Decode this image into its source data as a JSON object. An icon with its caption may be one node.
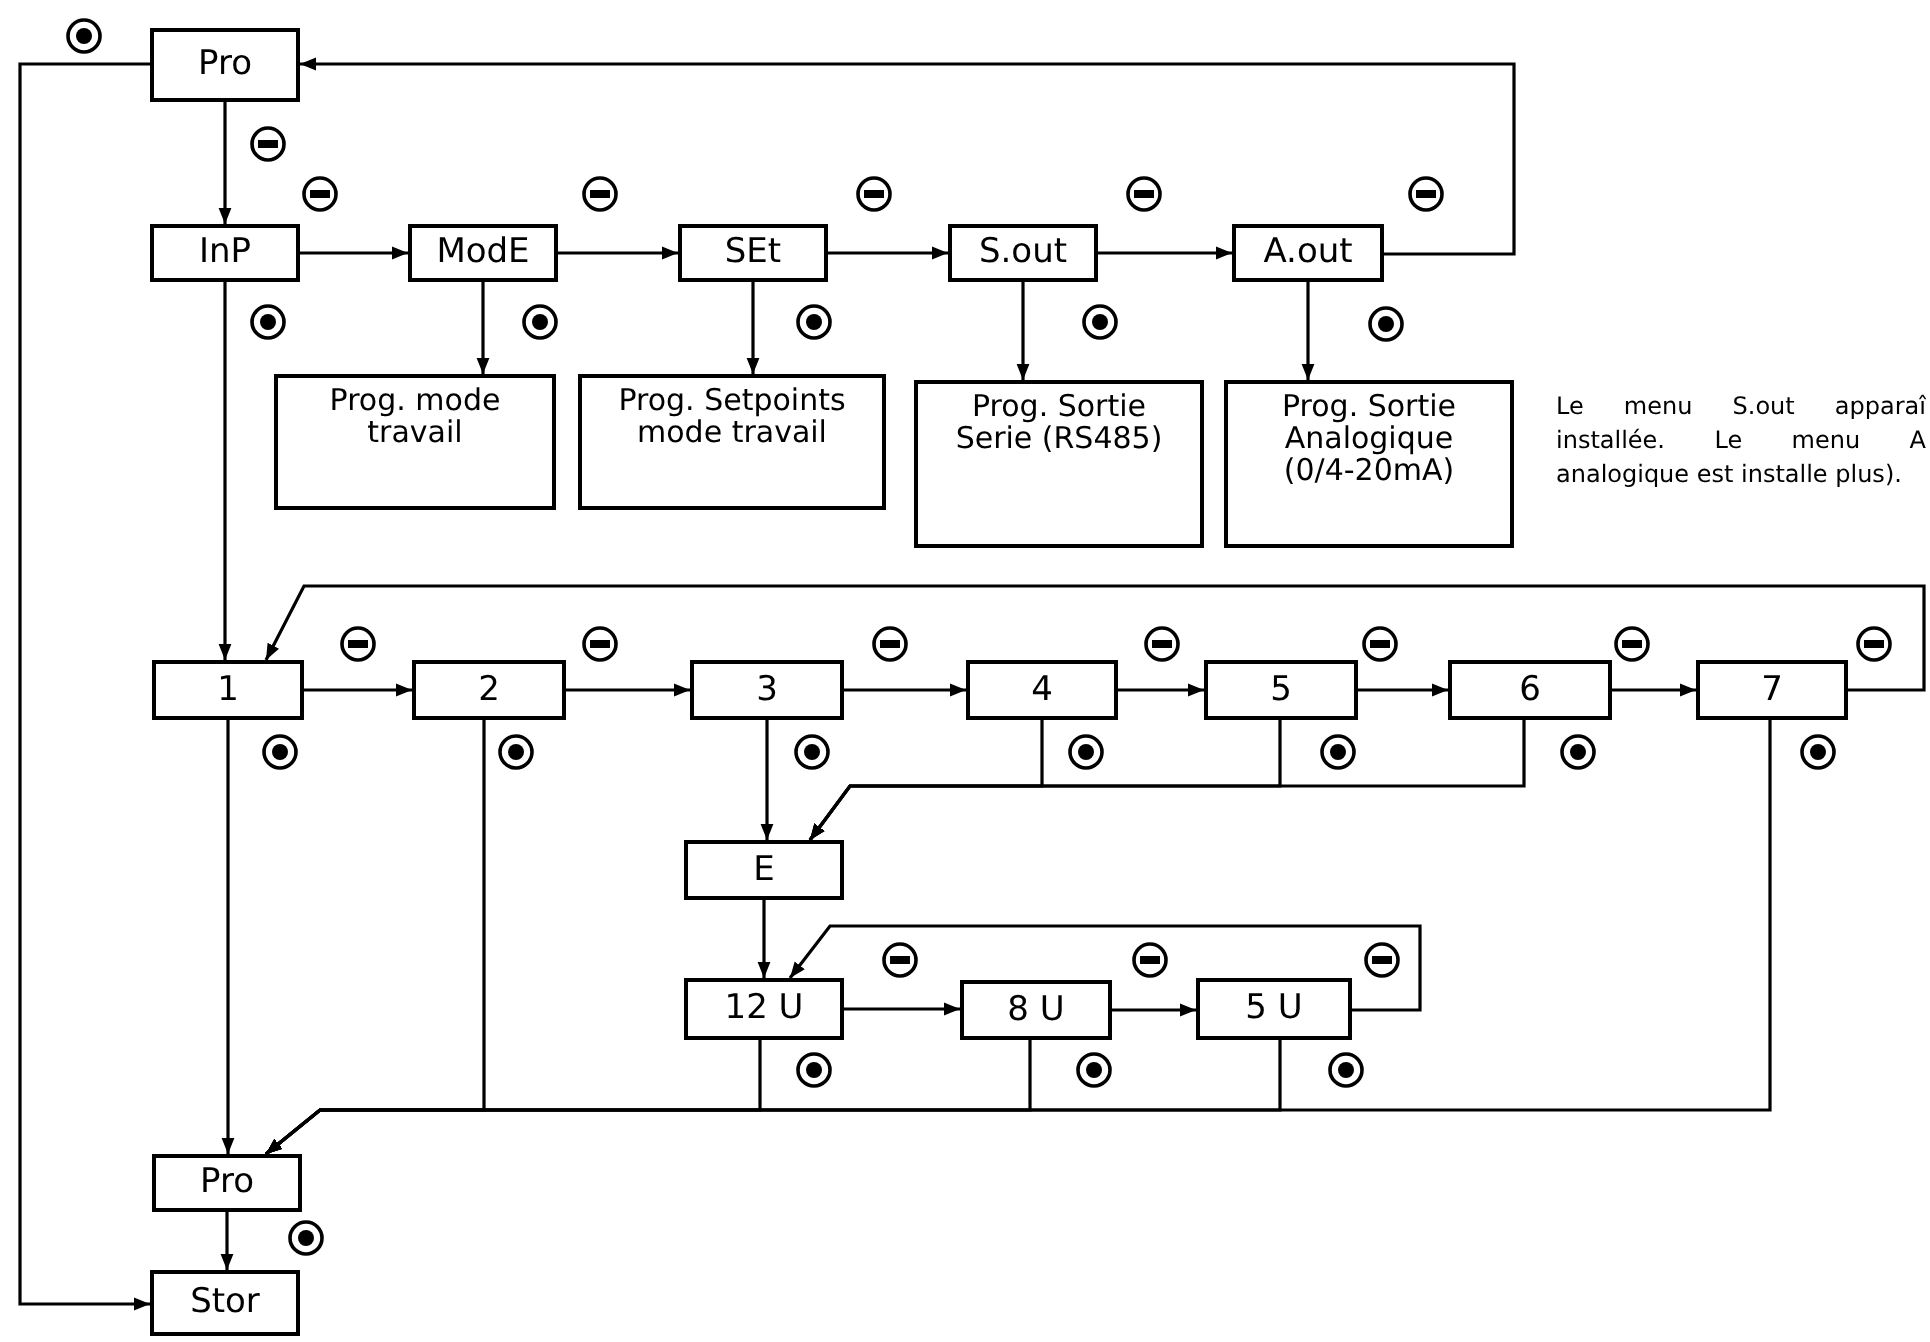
{
  "diagram": {
    "nodes": [
      {
        "text": [
          "Pro"
        ]
      },
      {
        "text": [
          "InP"
        ]
      },
      {
        "text": [
          "ModE"
        ]
      },
      {
        "text": [
          "SEt"
        ]
      },
      {
        "text": [
          "S.out"
        ]
      },
      {
        "text": [
          "A.out"
        ]
      },
      {
        "text": [
          "Prog. mode travail"
        ]
      },
      {
        "text": [
          "Prog. Setpoints mode travail"
        ]
      },
      {
        "text": [
          "Prog. Sortie Serie (RS485)"
        ]
      },
      {
        "text": [
          "Prog. Sortie Analogique (0/4-20mA)"
        ]
      },
      {
        "text": [
          "1"
        ]
      },
      {
        "text": [
          "2"
        ]
      },
      {
        "text": [
          "3"
        ]
      },
      {
        "text": [
          "4"
        ]
      },
      {
        "text": [
          "5"
        ]
      },
      {
        "text": [
          "6"
        ]
      },
      {
        "text": [
          "7"
        ]
      },
      {
        "text": [
          "E"
        ]
      },
      {
        "text": [
          "12 U"
        ]
      },
      {
        "text": [
          "8 U"
        ]
      },
      {
        "text": [
          "5 U"
        ]
      },
      {
        "text": [
          "Pro"
        ]
      },
      {
        "text": [
          "Stor"
        ]
      }
    ],
    "edges": [
      {
        "from": 0,
        "to": 1,
        "arrow": "to"
      },
      {
        "from": 1,
        "to": 2,
        "arrow": "to"
      },
      {
        "from": 2,
        "to": 3,
        "arrow": "to"
      },
      {
        "from": 3,
        "to": 4,
        "arrow": "to"
      },
      {
        "from": 4,
        "to": 5,
        "arrow": "to"
      },
      {
        "from": 5,
        "to": 0,
        "arrow": "to"
      },
      {
        "from": 2,
        "to": 6,
        "arrow": "to"
      },
      {
        "from": 3,
        "to": 7,
        "arrow": "to"
      },
      {
        "from": 4,
        "to": 8,
        "arrow": "to"
      },
      {
        "from": 5,
        "to": 9,
        "arrow": "to"
      },
      {
        "from": 1,
        "to": 10,
        "arrow": "to"
      },
      {
        "from": 10,
        "to": 11,
        "arrow": "to"
      },
      {
        "from": 11,
        "to": 12,
        "arrow": "to"
      },
      {
        "from": 12,
        "to": 13,
        "arrow": "to"
      },
      {
        "from": 13,
        "to": 14,
        "arrow": "to"
      },
      {
        "from": 14,
        "to": 15,
        "arrow": "to"
      },
      {
        "from": 15,
        "to": 16,
        "arrow": "to"
      },
      {
        "from": 16,
        "to": 10,
        "arrow": "to"
      },
      {
        "from": 12,
        "to": 17,
        "arrow": "to"
      },
      {
        "from": 13,
        "to": 17,
        "arrow": "to"
      },
      {
        "from": 14,
        "to": 17,
        "arrow": "to"
      },
      {
        "from": 15,
        "to": 17,
        "arrow": "to"
      },
      {
        "from": 17,
        "to": 18,
        "arrow": "to"
      },
      {
        "from": 18,
        "to": 19,
        "arrow": "to"
      },
      {
        "from": 19,
        "to": 20,
        "arrow": "to"
      },
      {
        "from": 20,
        "to": 18,
        "arrow": "to"
      },
      {
        "from": 10,
        "to": 21,
        "arrow": "to"
      },
      {
        "from": 11,
        "to": 21,
        "arrow": "to"
      },
      {
        "from": 18,
        "to": 21,
        "arrow": "to"
      },
      {
        "from": 19,
        "to": 21,
        "arrow": "to"
      },
      {
        "from": 20,
        "to": 21,
        "arrow": "to"
      },
      {
        "from": 16,
        "to": 21,
        "arrow": "to"
      },
      {
        "from": 21,
        "to": 22,
        "arrow": "to"
      },
      {
        "from": 0,
        "to": 22,
        "arrow": "to"
      }
    ],
    "labels": [
      "Le menu S.out apparaî installée. Le menu A analogique est installe plus)."
    ]
  }
}
